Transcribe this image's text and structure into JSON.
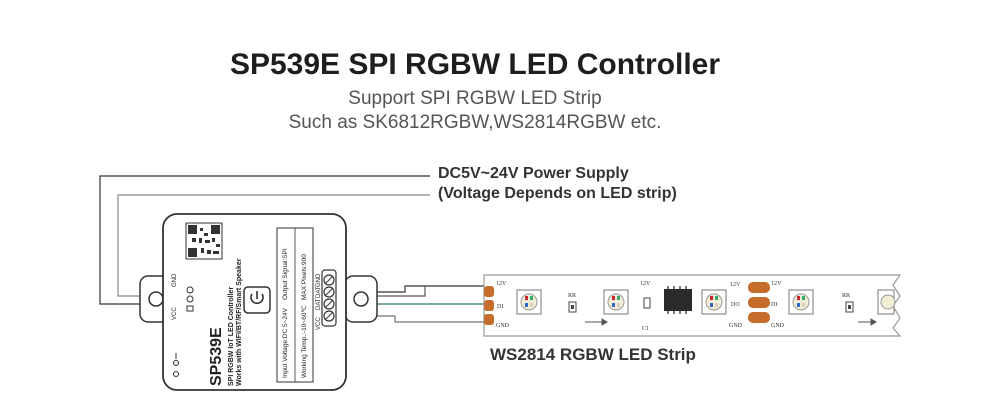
{
  "title": "SP539E SPI RGBW LED Controller",
  "subtitle1": "Support SPI RGBW LED Strip",
  "subtitle2": "Such as SK6812RGBW,WS2814RGBW etc.",
  "power_supply": {
    "line1": "DC5V~24V Power Supply",
    "line2": "(Voltage Depends on LED strip)"
  },
  "strip_label": "WS2814 RGBW LED Strip",
  "controller": {
    "model": "SP539E",
    "desc1": "SPI RGBW IoT LED Controller",
    "desc2": "Works with WIFI/BT/RF/Smart Speaker",
    "input_voltage": "Input Voltage:DC 5~24V",
    "working_temp": "Working Temp.:-10~60℃",
    "output_signal": "Output Signal:SPI",
    "max_pixels": "MAX Pixels:900",
    "term_gnd_left": "GND",
    "term_vcc_left": "VCC",
    "term_gnd_right": "GND",
    "term_dat1": "DAT",
    "term_dat2": "DAT",
    "term_vcc_right": "VCC"
  },
  "strip": {
    "pad_12v_a": "12V",
    "pad_di_a": "DI",
    "pad_gnd_a": "GND",
    "rr_1": "RR",
    "pad_12v_mid": "12V",
    "c1": "C1",
    "pad_12v_b": "12V",
    "pad_do": "DO",
    "pad_di_b": "DI",
    "pad_gnd_b": "GND",
    "pad_12v_c": "12V",
    "pad_gnd_c": "GND",
    "rr_2": "RR"
  },
  "colors": {
    "strip": "#ffffff",
    "pad": "#c66d2c",
    "wire_green": "#2e7d4f",
    "wire_dark": "#333333"
  }
}
